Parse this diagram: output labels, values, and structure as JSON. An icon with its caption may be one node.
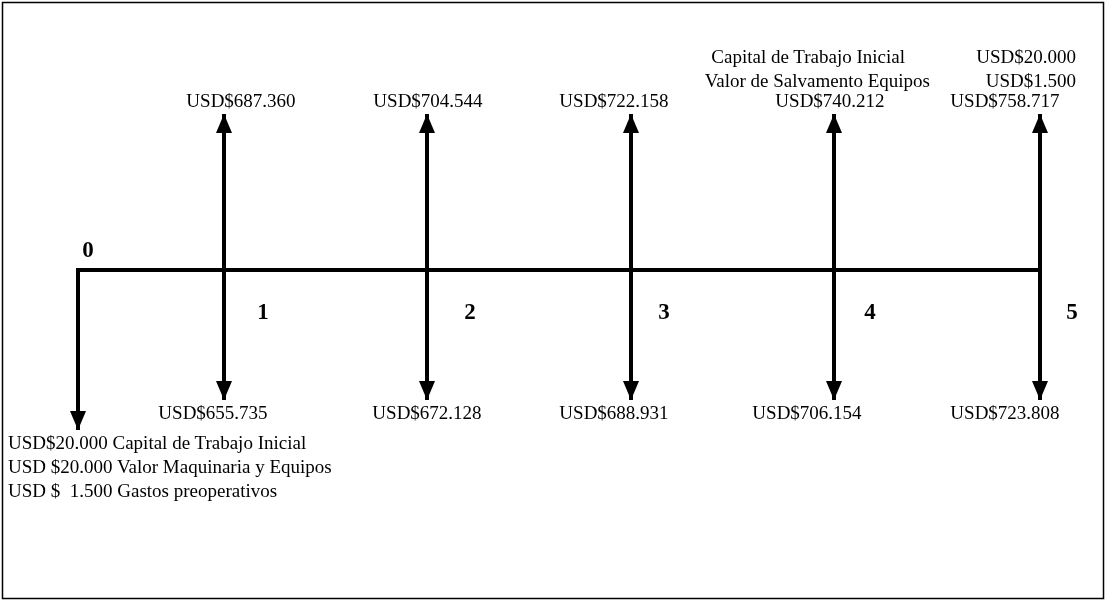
{
  "diagram": {
    "nodes": [
      {
        "text": [
          "USD$687.360"
        ]
      },
      {
        "text": [
          "USD$704.544"
        ]
      },
      {
        "text": [
          "USD$722.158"
        ]
      },
      {
        "text": [
          "USD$740.212"
        ]
      },
      {
        "text": [
          "USD$758.717"
        ],
        "beside": [
          "Capital de Trabajo Inicial",
          "USD$20.000",
          "Valor de Salvamento Equipos",
          "USD$1.500"
        ]
      },
      {
        "text": [
          "USD$655.735"
        ]
      },
      {
        "text": [
          "USD$672.128"
        ]
      },
      {
        "text": [
          "USD$688.931"
        ]
      },
      {
        "text": [
          "USD$706.154"
        ]
      },
      {
        "text": [
          "USD$723.808"
        ]
      },
      {
        "text": [
          "USD$20.000 Capital de Trabajo Inicial",
          "USD $20.000 Valor Maquinaria y Equipos",
          "USD $  1.500 Gastos preoperativos"
        ]
      }
    ],
    "edges": [
      {
        "from": null,
        "to": 0,
        "arrow": "to"
      },
      {
        "from": null,
        "to": 1,
        "arrow": "to"
      },
      {
        "from": null,
        "to": 2,
        "arrow": "to"
      },
      {
        "from": null,
        "to": 3,
        "arrow": "to"
      },
      {
        "from": null,
        "to": 4,
        "arrow": "to"
      },
      {
        "from": null,
        "to": 5,
        "arrow": "to"
      },
      {
        "from": null,
        "to": 6,
        "arrow": "to"
      },
      {
        "from": null,
        "to": 7,
        "arrow": "to"
      },
      {
        "from": null,
        "to": 8,
        "arrow": "to"
      },
      {
        "from": null,
        "to": 9,
        "arrow": "to"
      },
      {
        "from": null,
        "to": 10,
        "arrow": "to"
      }
    ],
    "labels": [
      "0",
      "1",
      "2",
      "3",
      "4",
      "5"
    ]
  }
}
